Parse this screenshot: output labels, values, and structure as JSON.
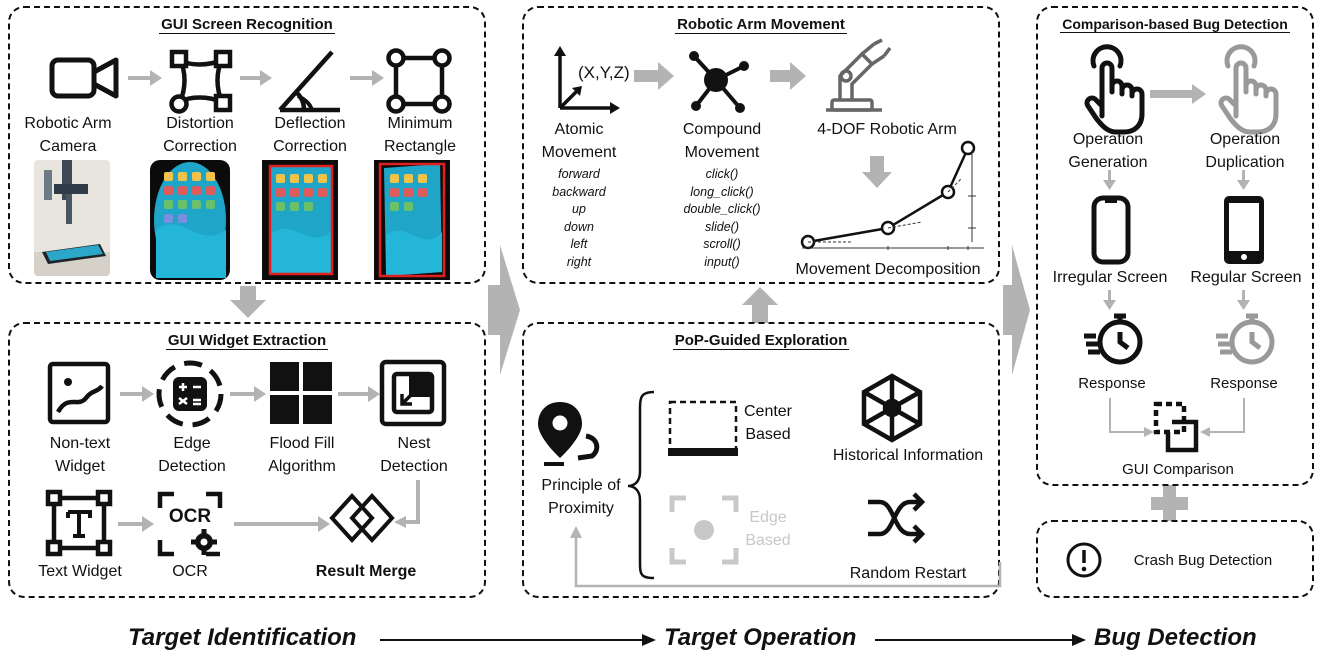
{
  "colors": {
    "ink": "#111111",
    "arrow_gray": "#b3b3b3",
    "light_gray": "#c8c8c8",
    "phone_screen": "#1fa5c7",
    "outline_red": "#e02020"
  },
  "gui_screen_recognition": {
    "title": "GUI Screen Recognition",
    "steps": [
      {
        "icon": "video-camera-icon",
        "label": [
          "Robotic Arm",
          "Camera"
        ]
      },
      {
        "icon": "distortion-correction-icon",
        "label": [
          "Distortion",
          "Correction"
        ]
      },
      {
        "icon": "deflection-angle-icon",
        "label": [
          "Deflection",
          "Correction"
        ]
      },
      {
        "icon": "minimum-rectangle-icon",
        "label": [
          "Minimum",
          "Rectangle"
        ]
      }
    ]
  },
  "gui_widget_extraction": {
    "title": "GUI Widget Extraction",
    "row1": [
      {
        "icon": "image-widget-icon",
        "label": [
          "Non-text",
          "Widget"
        ]
      },
      {
        "icon": "calculator-edge-icon",
        "label": [
          "Edge",
          "Detection"
        ]
      },
      {
        "icon": "flood-fill-icon",
        "label": [
          "Flood Fill",
          "Algorithm"
        ]
      },
      {
        "icon": "nest-icon",
        "label": [
          "Nest",
          "Detection"
        ]
      }
    ],
    "row2": [
      {
        "icon": "text-widget-icon",
        "label": "Text Widget"
      },
      {
        "icon": "ocr-icon",
        "label": "OCR",
        "icon_text": "OCR"
      },
      {
        "icon": "result-merge-icon",
        "label": "Result Merge"
      }
    ]
  },
  "robotic_arm_movement": {
    "title": "Robotic Arm Movement",
    "axis_label": "(X,Y,Z)",
    "atomic": {
      "label": [
        "Atomic",
        "Movement"
      ],
      "ops": [
        "forward",
        "backward",
        "up",
        "down",
        "left",
        "right"
      ]
    },
    "compound": {
      "label": [
        "Compound",
        "Movement"
      ],
      "ops": [
        "click()",
        "long_click()",
        "double_click()",
        "slide()",
        "scroll()",
        "input()"
      ]
    },
    "arm_label": "4-DOF Robotic Arm",
    "decomposition_label": "Movement Decomposition"
  },
  "pop_guided_exploration": {
    "title": "PoP-Guided Exploration",
    "principle_label": [
      "Principle of",
      "Proximity"
    ],
    "center_label": [
      "Center",
      "Based"
    ],
    "edge_label": [
      "Edge",
      "Based"
    ],
    "historical_label": "Historical Information",
    "random_label": "Random Restart"
  },
  "comparison_bug_detection": {
    "title": "Comparison-based Bug Detection",
    "op_gen": [
      "Operation",
      "Generation"
    ],
    "op_dup": [
      "Operation",
      "Duplication"
    ],
    "irregular": "Irregular Screen",
    "regular": "Regular Screen",
    "response_left": "Response",
    "response_right": "Response",
    "gui_comparison": "GUI Comparison"
  },
  "crash": {
    "label": "Crash Bug Detection"
  },
  "stages": [
    "Target Identification",
    "Target Operation",
    "Bug Detection"
  ]
}
